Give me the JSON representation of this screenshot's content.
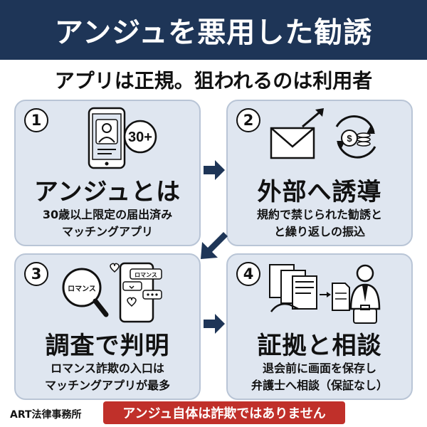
{
  "header": {
    "title": "アンジュを悪用した勧誘"
  },
  "subtitle": "アプリは正規。狙われるのは利用者",
  "cards": [
    {
      "number": "1",
      "title": "アンジュとは",
      "desc_lines": [
        "30歳以上限定の届出済み",
        "マッチングアプリ"
      ],
      "icons": [
        "smartphone-icon",
        "profile-icon",
        "age-30-plus-badge-icon"
      ],
      "badge_text": "30+"
    },
    {
      "number": "2",
      "title": "外部へ誘導",
      "desc_lines": [
        "規約で禁じられた勧誘と",
        "と繰り返しの振込"
      ],
      "icons": [
        "envelope-icon",
        "money-cycle-icon"
      ]
    },
    {
      "number": "3",
      "title": "調査で判明",
      "desc_lines": [
        "ロマンス詐欺の入口は",
        "マッチングアプリが最多"
      ],
      "icons": [
        "magnifier-icon",
        "smartphone-chat-icon"
      ],
      "magnifier_text": "ロマンス",
      "phone_bubble_text": "ロマンス"
    },
    {
      "number": "4",
      "title": "証拠と相談",
      "desc_lines": [
        "退会前に画面を保存し",
        "弁護士へ相談（保証なし）"
      ],
      "icons": [
        "screenshots-icon",
        "document-icon",
        "lawyer-icon",
        "briefcase-icon"
      ]
    }
  ],
  "footer": {
    "firm": "ART法律事務所",
    "notice": "アンジュ自体は詐欺ではありません"
  },
  "colors": {
    "header_bg": "#1e3557",
    "card_bg": "#dfe6f0",
    "arrow": "#1e3557",
    "notice_bg": "#c0302a"
  }
}
